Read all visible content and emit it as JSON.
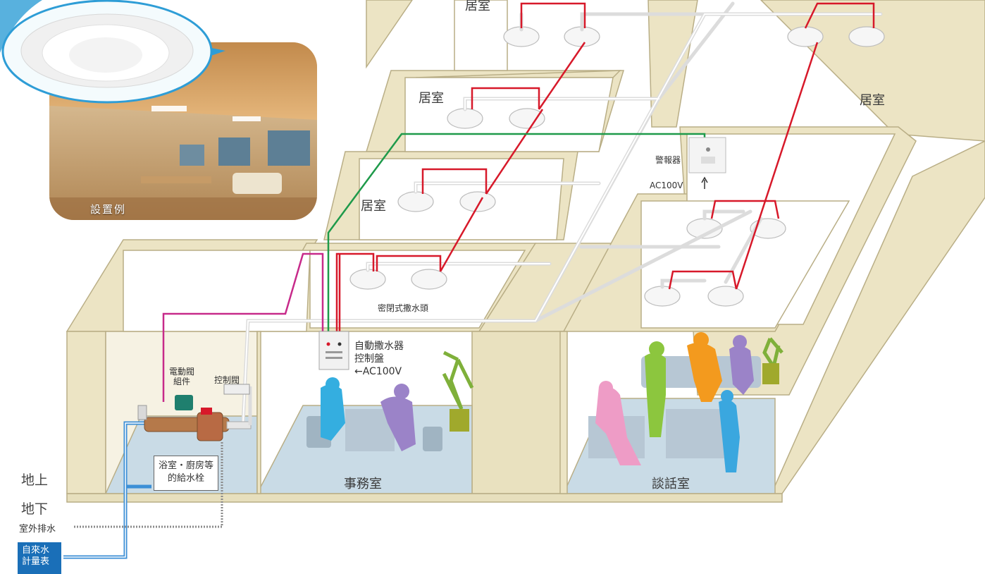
{
  "labels": {
    "room_top": "居室",
    "room_upper_left": "居室",
    "room_right": "居室",
    "room_mid": "居室",
    "alarm": "警報器",
    "alarm_power": "AC100V",
    "photo_caption": "設置例",
    "sprinkler_head": "密閉式撒水頭",
    "control_panel_line1": "自動撒水器",
    "control_panel_line2": "控制盤",
    "control_panel_power": "←AC100V",
    "electric_valve_line1": "電動閥",
    "electric_valve_line2": "組件",
    "control_valve": "控制閥",
    "faucet_line1": "浴室・廚房等",
    "faucet_line2": "的給水栓",
    "above_ground": "地上",
    "below_ground": "地下",
    "drain": "室外排水",
    "meter_line1": "自來水",
    "meter_line2": "計量表",
    "office": "事務室",
    "lounge": "談話室"
  },
  "colors": {
    "wall": "#ece4c4",
    "wall_edge": "#b9ae86",
    "floor": "#c9dbe6",
    "pipe_red": "#d7192a",
    "pipe_green": "#1e9a4a",
    "pipe_magenta": "#c72a8a",
    "pipe_water": "#3c8fd6",
    "pipe_white": "#dcdcdc",
    "person_cyan": "#34aee0",
    "person_purple": "#9b83c8",
    "person_pink": "#ee9cc6",
    "person_green": "#8cc63e",
    "person_orange": "#f39a1e",
    "person_blue": "#3aa7df"
  }
}
